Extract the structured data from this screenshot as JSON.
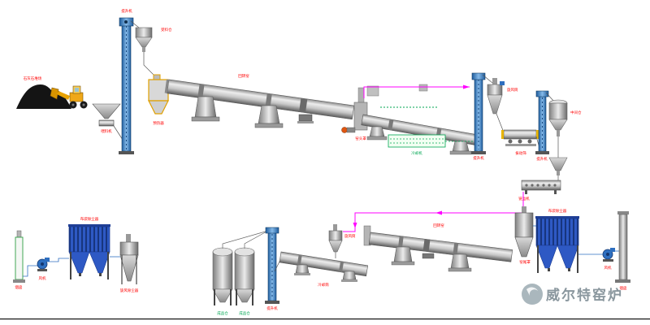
{
  "watermark": {
    "text": "威尔特窑炉"
  },
  "colors": {
    "label_red": "#ff0000",
    "label_green": "#00a651",
    "pipe_magenta": "#ff00ff",
    "pipe_blue": "#2e6fc0",
    "elevator_blue": "#2c5f9e",
    "baghouse_blue": "#2e59c4",
    "preheater_yellow": "#e0a000",
    "equipment_gray": "#bdbdbd"
  },
  "labels": {
    "pile": "石灰石堆场",
    "feeder": "喂料机",
    "elevator1": "提升机",
    "top_bin": "受料仓",
    "preheater": "预热器",
    "kiln1": "回转窑",
    "kiln_head": "窑头罩",
    "cooler": "冷却机",
    "elevator2": "提升机",
    "cyclone_top": "旋风筒",
    "screen": "振动筛",
    "elevator3": "提升机",
    "bin_top": "中间仓",
    "chain_conveyor": "链运机",
    "stack_left": "烟囱",
    "fan_left": "风机",
    "baghouse_left": "布袋除尘器",
    "cyclone_left": "旋风除尘器",
    "silo1": "成品仓",
    "silo2": "成品仓",
    "elevator4": "提升机",
    "mill": "冷却筒",
    "cyclone_mid": "旋风筒",
    "kiln2": "回转窑",
    "kiln2_end": "窑尾罩",
    "baghouse_right": "布袋除尘器",
    "fan_right": "风机",
    "stack_right": "烟囱"
  }
}
